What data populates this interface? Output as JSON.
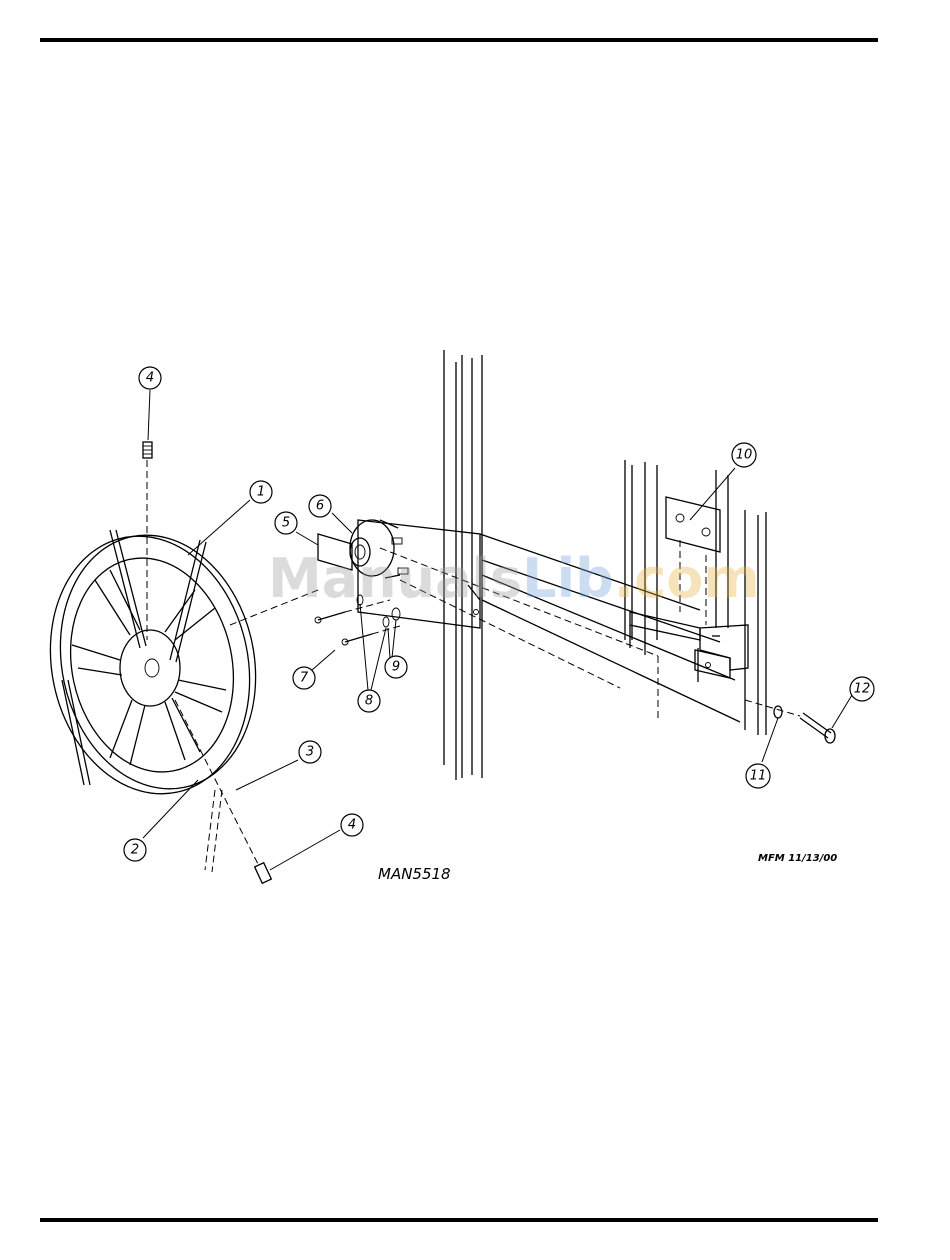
{
  "diagram": {
    "drawing_id": "MAN5518",
    "drawing_date": "MFM 11/13/00",
    "watermark": {
      "part1": "Manuals",
      "part2": "Lib",
      "part3": ".com",
      "colors": [
        "#9a9a9a",
        "#6fa0d8",
        "#e8b040"
      ]
    },
    "callouts": [
      {
        "id": "c1",
        "label": "1"
      },
      {
        "id": "c2",
        "label": "2"
      },
      {
        "id": "c3",
        "label": "3"
      },
      {
        "id": "c4a",
        "label": "4"
      },
      {
        "id": "c4b",
        "label": "4"
      },
      {
        "id": "c5",
        "label": "5"
      },
      {
        "id": "c6",
        "label": "6"
      },
      {
        "id": "c7",
        "label": "7"
      },
      {
        "id": "c8",
        "label": "8"
      },
      {
        "id": "c9",
        "label": "9"
      },
      {
        "id": "c10",
        "label": "10"
      },
      {
        "id": "c11",
        "label": "11"
      },
      {
        "id": "c12",
        "label": "12"
      }
    ]
  }
}
